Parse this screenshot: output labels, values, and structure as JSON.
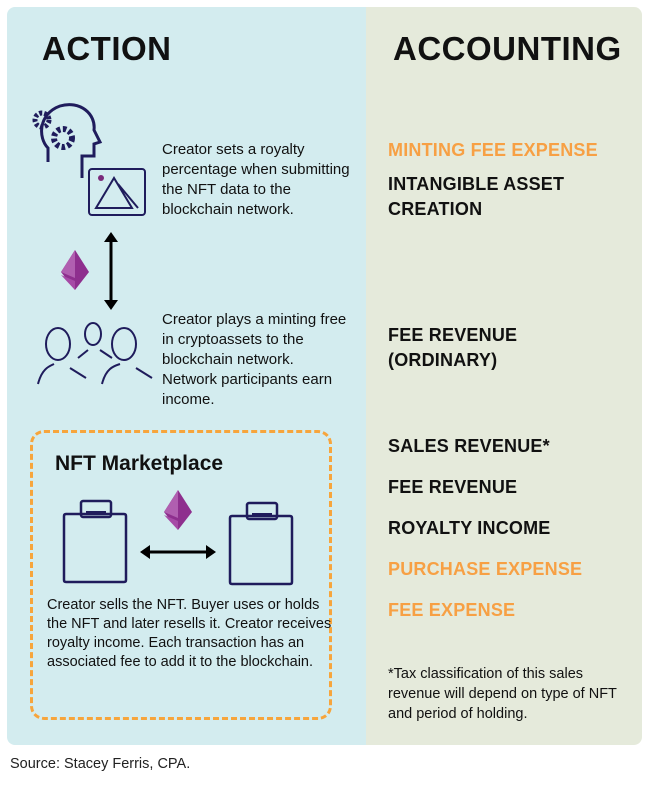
{
  "action": {
    "title": "ACTION",
    "step1": "Creator sets a royalty percentage when submitting the NFT data to the blockchain network.",
    "step2": "Creator plays a minting free in cryptoassets to the blockchain network. Network participants earn income.",
    "marketplace": {
      "title": "NFT Marketplace",
      "description": "Creator sells the NFT. Buyer uses or holds the NFT and later resells it. Creator receives royalty income. Each transaction has an associated fee to add it to the blockchain."
    }
  },
  "accounting": {
    "title": "ACCOUNTING",
    "items": [
      {
        "label": "MINTING FEE EXPENSE",
        "color": "#f7a044"
      },
      {
        "label": "INTANGIBLE ASSET CREATION",
        "color": "#111111"
      },
      {
        "label": "FEE REVENUE (ORDINARY)",
        "color": "#111111"
      },
      {
        "label": "SALES REVENUE*",
        "color": "#111111"
      },
      {
        "label": "FEE REVENUE",
        "color": "#111111"
      },
      {
        "label": "ROYALTY INCOME",
        "color": "#111111"
      },
      {
        "label": "PURCHASE EXPENSE",
        "color": "#f7a044"
      },
      {
        "label": "FEE EXPENSE",
        "color": "#f7a044"
      }
    ],
    "footnote": "*Tax classification of this sales revenue will depend on type of NFT and period of holding."
  },
  "source": "Source: Stacey Ferris, CPA.",
  "colors": {
    "left_bg": "#d3ecef",
    "right_bg": "#e5eadb",
    "accent": "#f7a044",
    "icon": "#1f1c5c",
    "ether": "#8e2f8e"
  }
}
